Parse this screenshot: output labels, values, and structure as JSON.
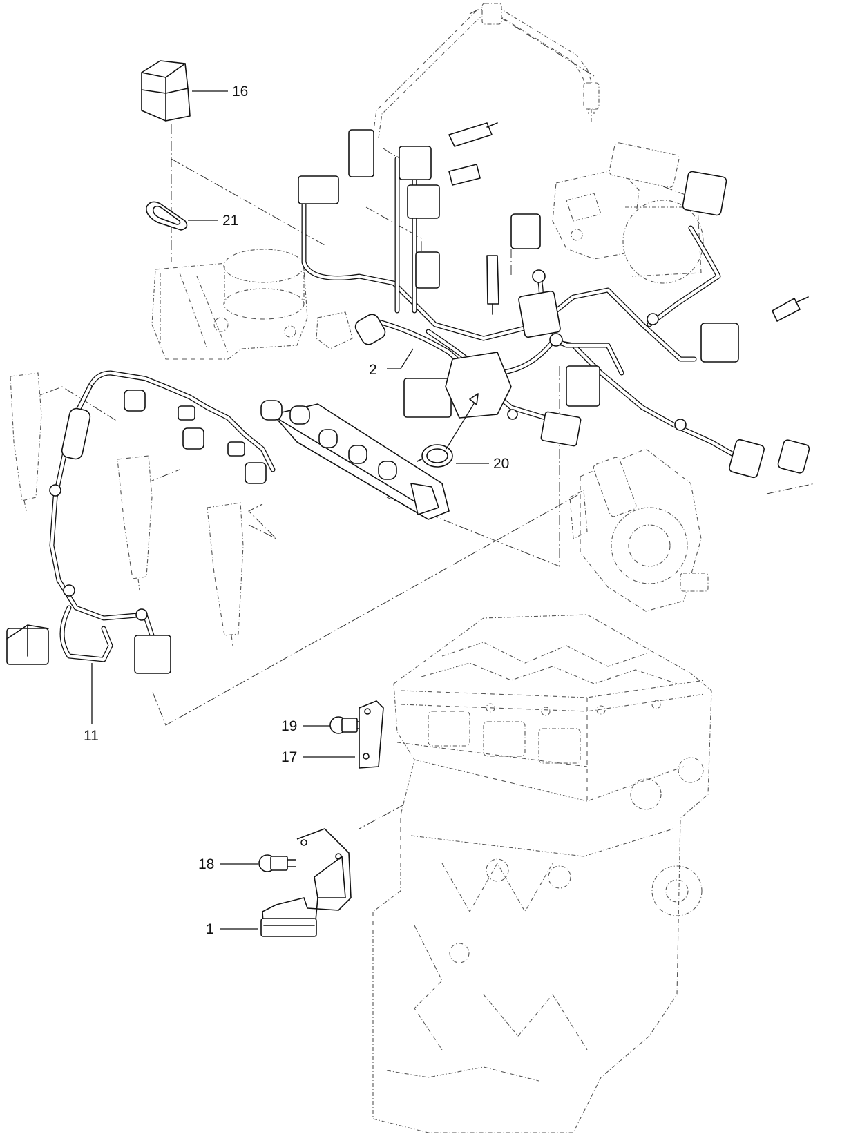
{
  "callouts": {
    "c1": "1",
    "c2": "2",
    "c11": "11",
    "c16": "16",
    "c17": "17",
    "c18": "18",
    "c19": "19",
    "c20": "20",
    "c21": "21"
  },
  "colors": {
    "line": "#111111",
    "ghost_line": "#555555",
    "background": "#ffffff"
  }
}
